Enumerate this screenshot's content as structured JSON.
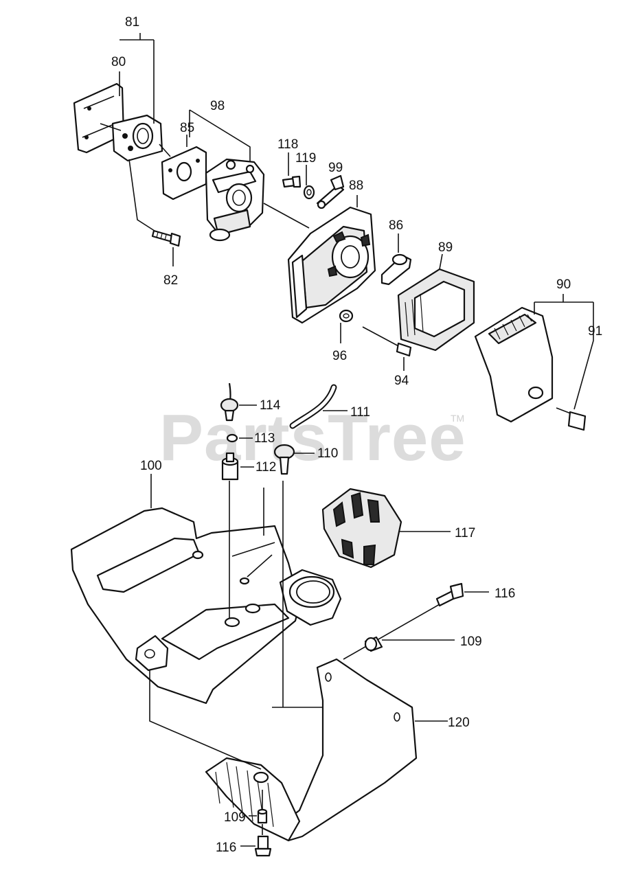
{
  "watermark": {
    "text": "PartsTree",
    "trademark": "TM"
  },
  "parts": {
    "p80": "80",
    "p81": "81",
    "p82": "82",
    "p85": "85",
    "p86": "86",
    "p88": "88",
    "p89": "89",
    "p90": "90",
    "p91": "91",
    "p94": "94",
    "p96": "96",
    "p98": "98",
    "p99": "99",
    "p100": "100",
    "p109a": "109",
    "p109b": "109",
    "p110": "110",
    "p111": "111",
    "p112": "112",
    "p113": "113",
    "p114": "114",
    "p116a": "116",
    "p116b": "116",
    "p117": "117",
    "p118": "118",
    "p119": "119",
    "p120": "120"
  }
}
